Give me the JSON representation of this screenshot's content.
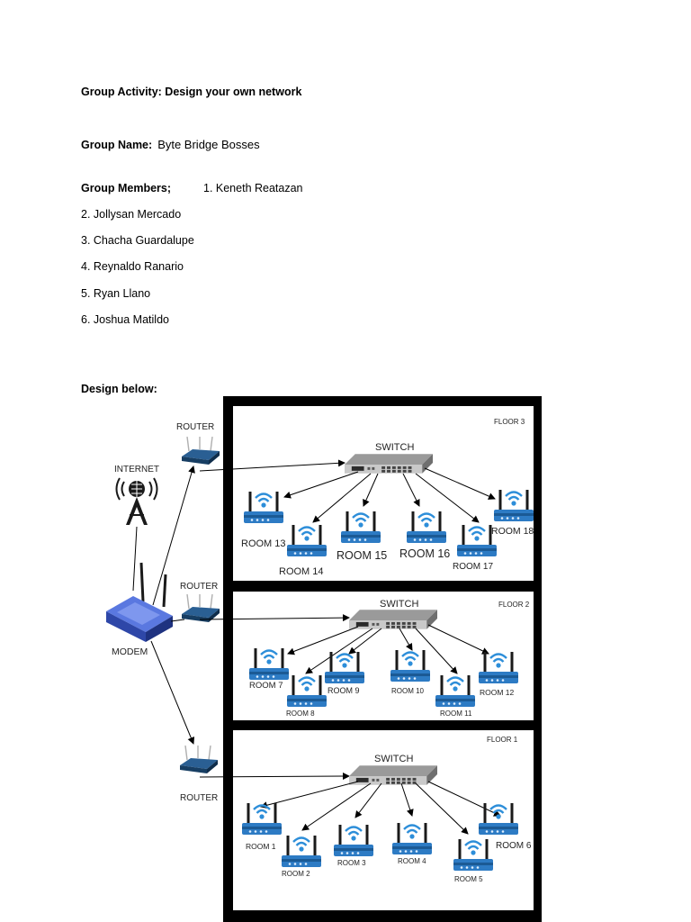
{
  "document": {
    "title": "Group Activity: Design your own network",
    "group_name_label": "Group Name:",
    "group_name": "Byte Bridge Bosses",
    "members_label": "Group Members;",
    "members": [
      "1. Keneth Reatazan",
      "2. Jollysan Mercado",
      "3. Chacha Guardalupe",
      "4. Reynaldo Ranario",
      "5. Ryan Llano",
      "6. Joshua Matildo"
    ],
    "design_label": "Design below:"
  },
  "diagram": {
    "internet": "INTERNET",
    "modem": "MODEM",
    "router": "ROUTER",
    "switch": "SWITCH",
    "floors": [
      {
        "label": "FLOOR 3",
        "rooms": [
          "ROOM 13",
          "ROOM 14",
          "ROOM 15",
          "ROOM 16",
          "ROOM 17",
          "ROOM 18"
        ]
      },
      {
        "label": "FLOOR 2",
        "rooms": [
          "ROOM  7",
          "ROOM 8",
          "ROOM 9",
          "ROOM 10",
          "ROOM 11",
          "ROOM 12"
        ]
      },
      {
        "label": "FLOOR 1",
        "rooms": [
          "ROOM 1",
          "ROOM 2",
          "ROOM 3",
          "ROOM 4",
          "ROOM 5",
          "ROOM 6"
        ]
      }
    ],
    "colors": {
      "router": "#1f4e79",
      "modem": "#3a56c4",
      "switch": "#707070",
      "frame": "#000000"
    }
  }
}
